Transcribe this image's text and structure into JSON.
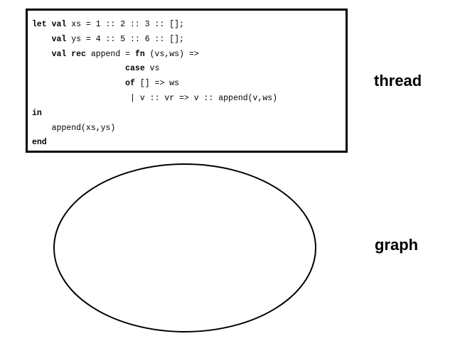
{
  "code_panel": {
    "lines": [
      [
        {
          "t": "let val",
          "kw": true
        },
        {
          "t": " xs = 1 :: 2 :: 3 :: [];",
          "kw": false
        }
      ],
      [
        {
          "t": "    ",
          "kw": false
        },
        {
          "t": "val",
          "kw": true
        },
        {
          "t": " ys = 4 :: 5 :: 6 :: [];",
          "kw": false
        }
      ],
      [
        {
          "t": "    ",
          "kw": false
        },
        {
          "t": "val rec",
          "kw": true
        },
        {
          "t": " append = ",
          "kw": false
        },
        {
          "t": "fn",
          "kw": true
        },
        {
          "t": " (vs,ws) =>",
          "kw": false
        }
      ],
      [
        {
          "t": "                   ",
          "kw": false
        },
        {
          "t": "case",
          "kw": true
        },
        {
          "t": " vs",
          "kw": false
        }
      ],
      [
        {
          "t": "                   ",
          "kw": false
        },
        {
          "t": "of",
          "kw": true
        },
        {
          "t": " [] => ws",
          "kw": false
        }
      ],
      [
        {
          "t": "                    | v :: vr => v :: append(v,ws)",
          "kw": false
        }
      ],
      [
        {
          "t": "in",
          "kw": true
        }
      ],
      [
        {
          "t": "    append(xs,ys)",
          "kw": false
        }
      ],
      [
        {
          "t": "end",
          "kw": true
        }
      ]
    ]
  },
  "labels": {
    "thread": "thread",
    "graph": "graph"
  },
  "colors": {
    "stroke": "#000000",
    "background": "#ffffff"
  }
}
